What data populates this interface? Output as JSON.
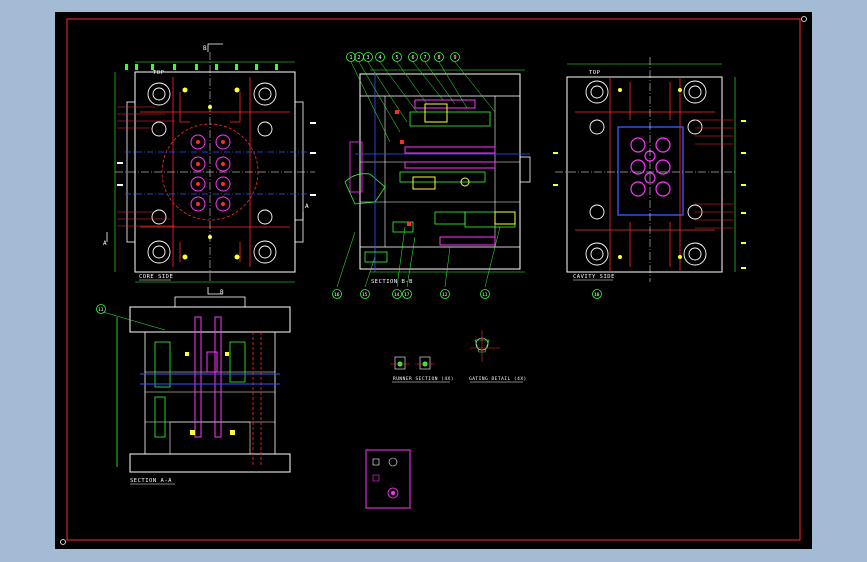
{
  "drawing": {
    "core_side_label": "CORE SIDE",
    "cavity_side_label": "CAVITY SIDE",
    "top_label_left": "TOP",
    "top_label_right": "TOP",
    "section_bb_label": "SECTION B-B",
    "section_aa_label": "SECTION A-A",
    "runner_section_label": "RUNNER SECTION (4X)",
    "gating_detail_label": "GATING DETAIL (4X)",
    "marker_b_top": "B",
    "marker_b_bottom": "B",
    "marker_a_left": "A",
    "marker_a_right": "A",
    "balloons": [
      "1",
      "2",
      "3",
      "4",
      "5",
      "6",
      "7",
      "8",
      "9",
      "10",
      "11",
      "12",
      "13",
      "14",
      "15",
      "16",
      "17",
      "18"
    ]
  },
  "colors": {
    "background": "#a4bbd6",
    "sheet": "#000000",
    "border": "#ff2a2a",
    "outline": "#ffffff",
    "red": "#ff2a2a",
    "green": "#33ff33",
    "yellow": "#ffff33",
    "magenta": "#ff33ff",
    "blue": "#3355ff",
    "cyan": "#33ffff"
  }
}
